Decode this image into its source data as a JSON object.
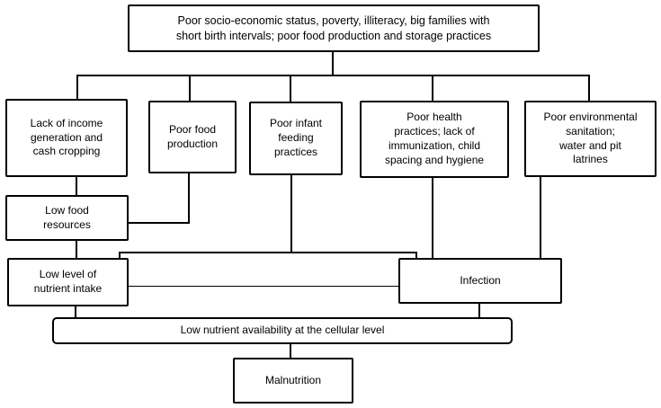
{
  "diagram": {
    "title": "Causes of malnutrition flowchart",
    "colors": {
      "line": "#000000",
      "background": "#ffffff",
      "box_background": "#ffffff",
      "text": "#000000"
    },
    "nodes": {
      "root": {
        "label": "Poor socio-economic status, poverty, illiteracy, big families with\nshort birth intervals; poor food production and storage practices"
      },
      "income": {
        "label": "Lack of income\ngeneration and\ncash cropping"
      },
      "food_production": {
        "label": "Poor food\nproduction"
      },
      "infant_feeding": {
        "label": "Poor infant\nfeeding\npractices"
      },
      "health_practices": {
        "label": "Poor health\npractices; lack of\nimmunization, child\nspacing and hygiene"
      },
      "sanitation": {
        "label": "Poor environmental\nsanitation;\nwater and pit\nlatrines"
      },
      "low_food": {
        "label": "Low food\nresources"
      },
      "low_intake": {
        "label": "Low level of\nnutrient intake"
      },
      "infection": {
        "label": "Infection"
      },
      "low_availability": {
        "label": "Low nutrient availability at the cellular level"
      },
      "malnutrition": {
        "label": "Malnutrition"
      }
    }
  }
}
